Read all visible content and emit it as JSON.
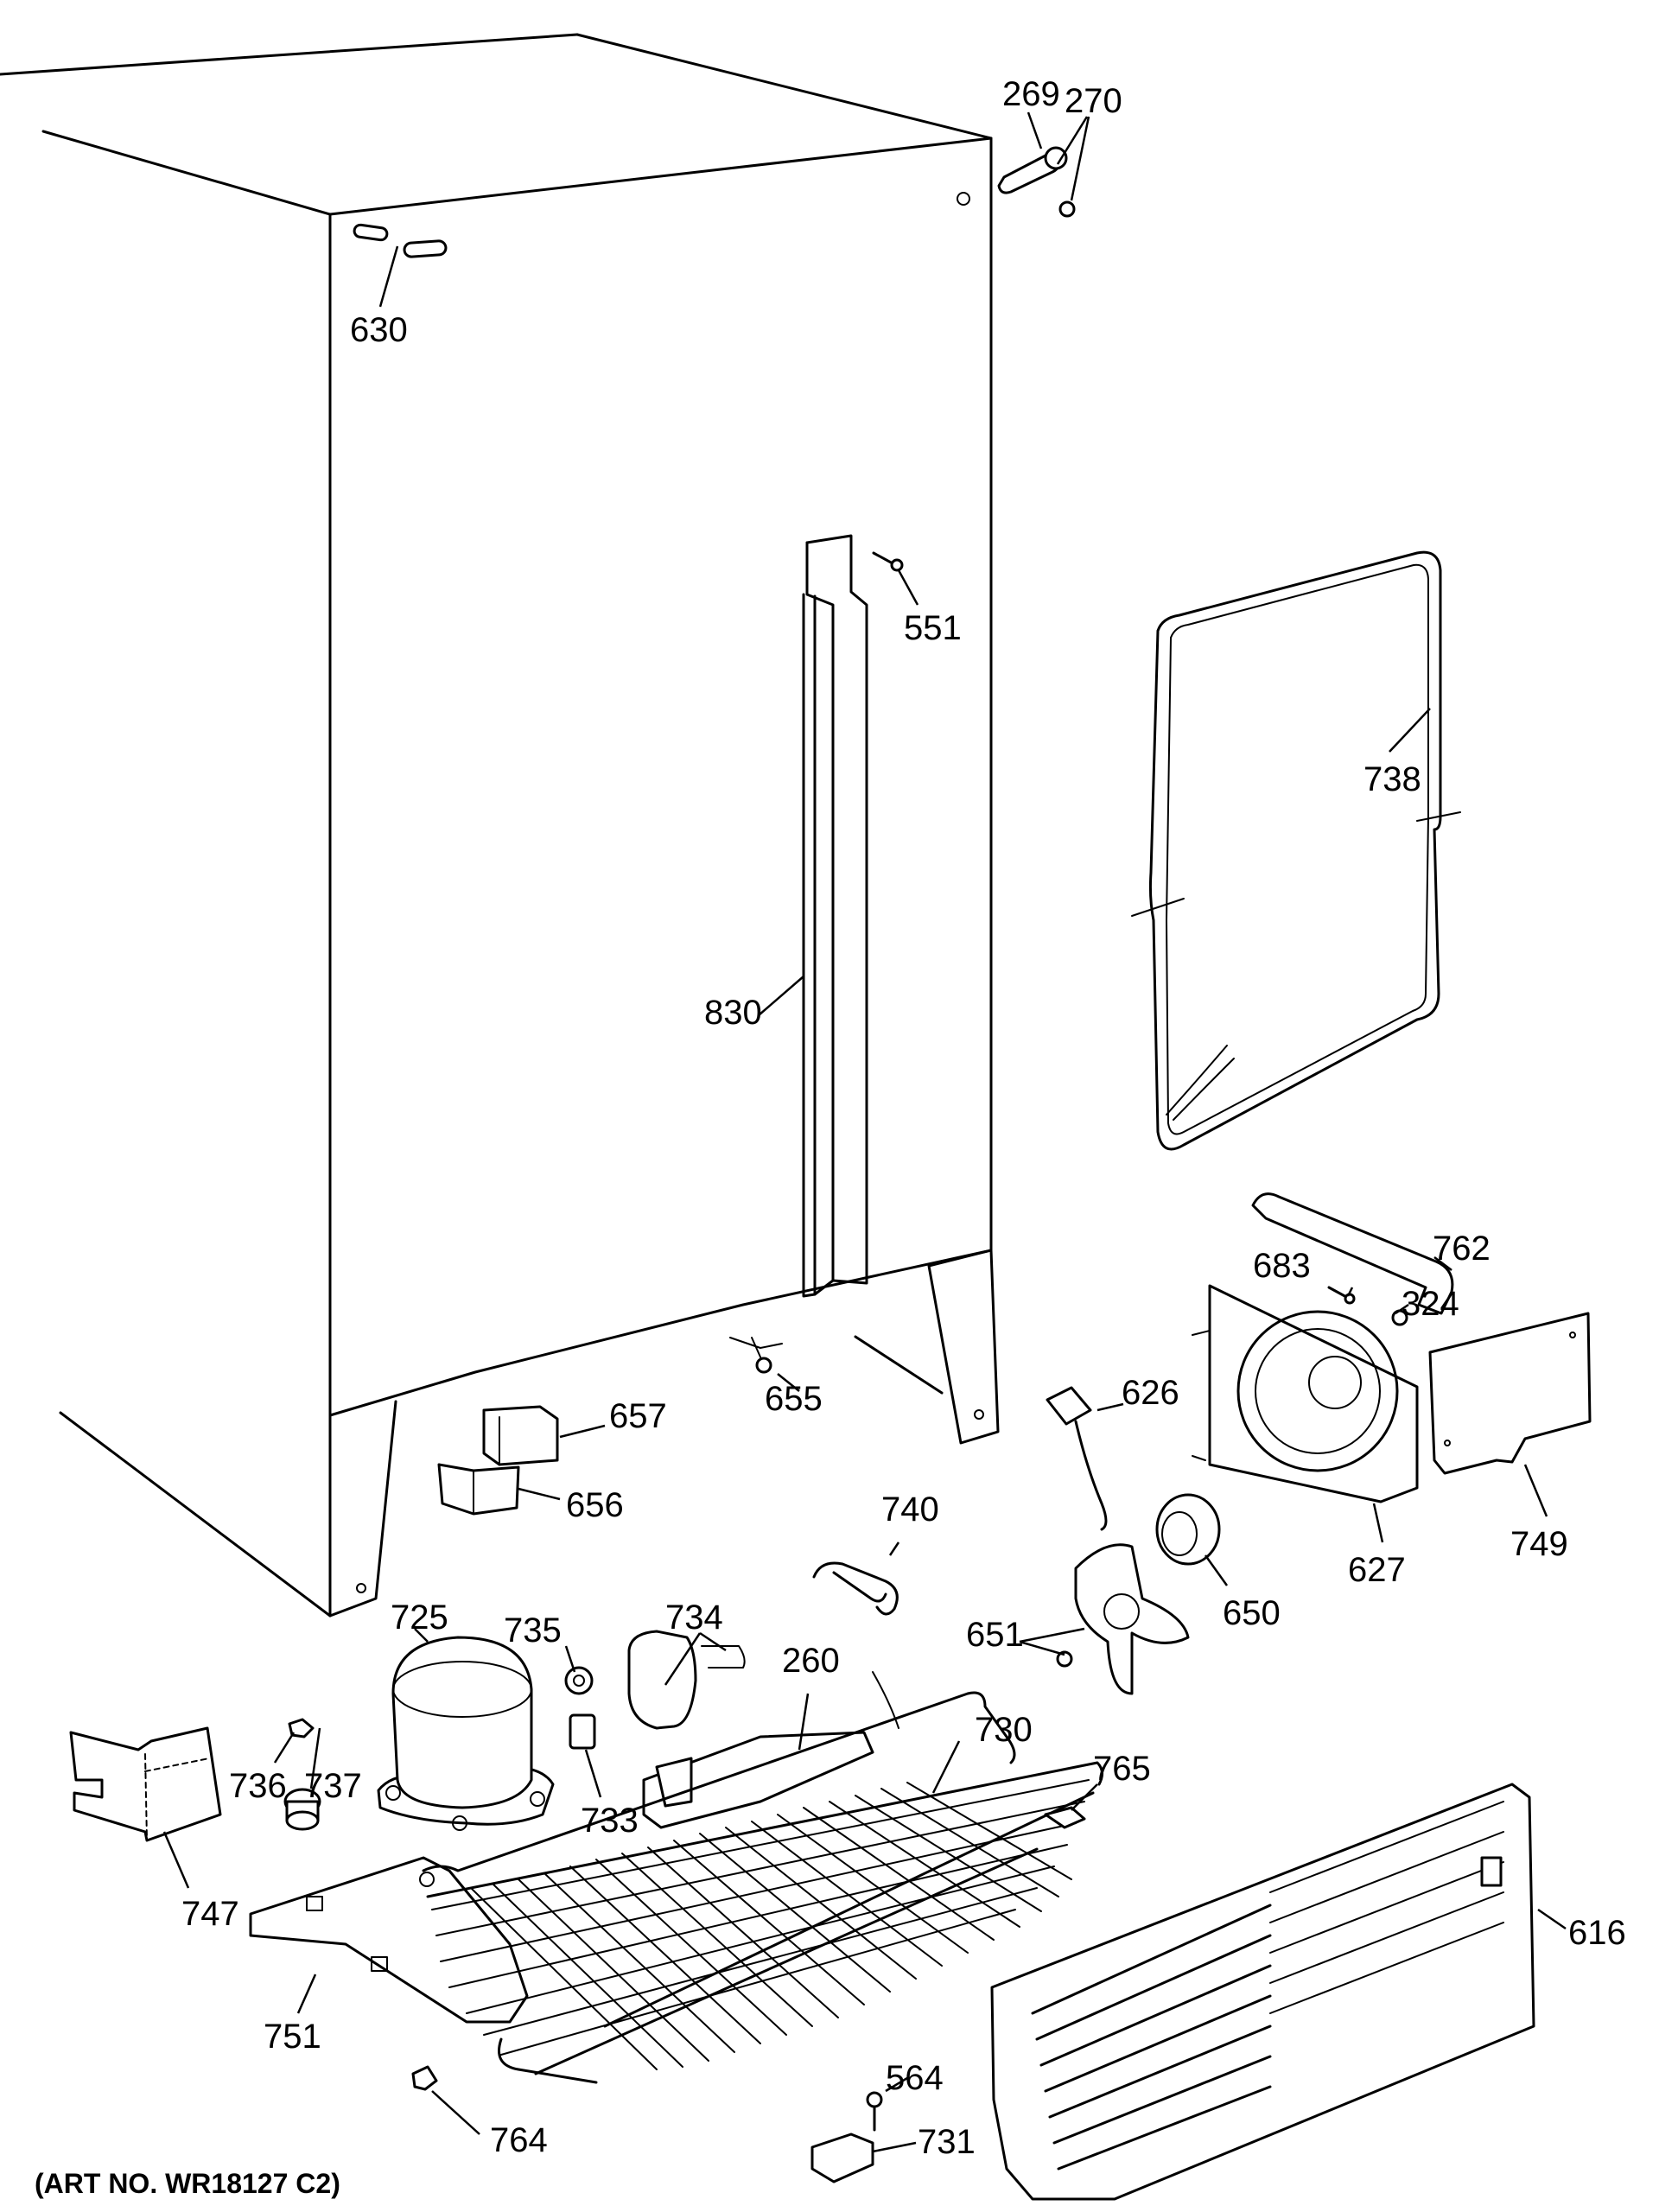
{
  "art_number": "(ART NO. WR18127 C2)",
  "parts": [
    {
      "id": "p269",
      "label": "269"
    },
    {
      "id": "p270",
      "label": "270"
    },
    {
      "id": "p630",
      "label": "630"
    },
    {
      "id": "p551",
      "label": "551"
    },
    {
      "id": "p738",
      "label": "738"
    },
    {
      "id": "p830",
      "label": "830"
    },
    {
      "id": "p762",
      "label": "762"
    },
    {
      "id": "p683",
      "label": "683"
    },
    {
      "id": "p324",
      "label": "324"
    },
    {
      "id": "p655",
      "label": "655"
    },
    {
      "id": "p657",
      "label": "657"
    },
    {
      "id": "p626",
      "label": "626"
    },
    {
      "id": "p656",
      "label": "656"
    },
    {
      "id": "p749",
      "label": "749"
    },
    {
      "id": "p627",
      "label": "627"
    },
    {
      "id": "p740",
      "label": "740"
    },
    {
      "id": "p650",
      "label": "650"
    },
    {
      "id": "p725",
      "label": "725"
    },
    {
      "id": "p734",
      "label": "734"
    },
    {
      "id": "p735",
      "label": "735"
    },
    {
      "id": "p651",
      "label": "651"
    },
    {
      "id": "p260",
      "label": "260"
    },
    {
      "id": "p730",
      "label": "730"
    },
    {
      "id": "p765",
      "label": "765"
    },
    {
      "id": "p736",
      "label": "736"
    },
    {
      "id": "p737",
      "label": "737"
    },
    {
      "id": "p733",
      "label": "733"
    },
    {
      "id": "p747",
      "label": "747"
    },
    {
      "id": "p616",
      "label": "616"
    },
    {
      "id": "p751",
      "label": "751"
    },
    {
      "id": "p564",
      "label": "564"
    },
    {
      "id": "p764",
      "label": "764"
    },
    {
      "id": "p731",
      "label": "731"
    }
  ]
}
